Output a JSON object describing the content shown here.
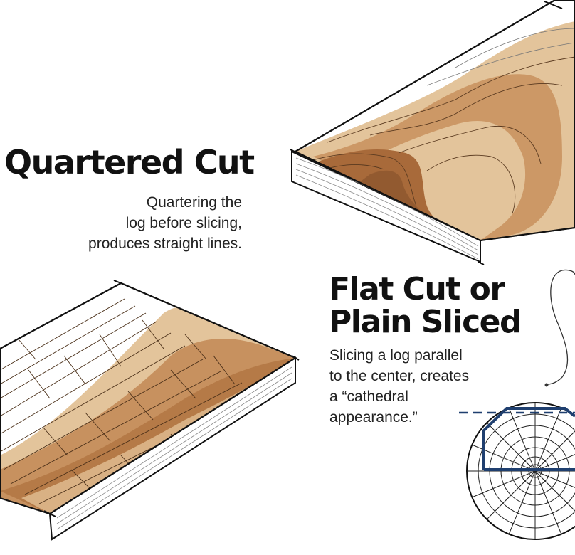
{
  "quartered_cut": {
    "title": "Quartered Cut",
    "caption_lines": [
      "Quartering the",
      "log before slicing,",
      "produces straight lines."
    ]
  },
  "flat_cut": {
    "title_lines": [
      "Flat Cut or",
      "Plain Sliced"
    ],
    "caption_lines": [
      "Slicing a log parallel",
      "to the center, creates",
      "a “cathedral",
      "appearance.”"
    ]
  },
  "colors": {
    "wood_light": "#e3c49b",
    "wood_mid": "#c7915f",
    "wood_dark": "#a86a3a",
    "outline": "#111111",
    "cut_line": "#1f3f6f"
  }
}
